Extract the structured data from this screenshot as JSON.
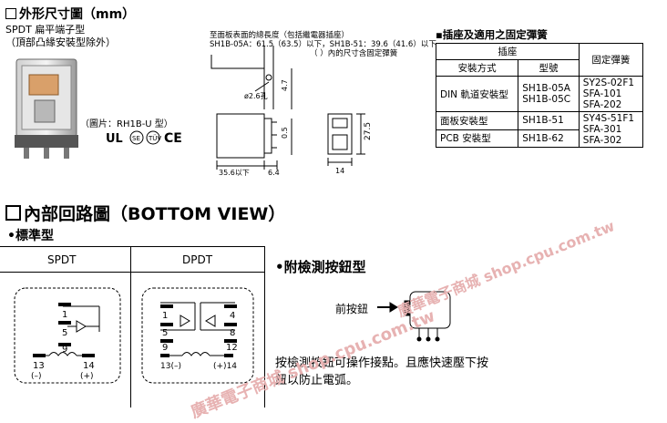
{
  "outline": {
    "title": "外形尺寸圖（mm）",
    "subtitle_1": "SPDT 扁平端子型",
    "subtitle_2": "（頂部凸緣安裝型除外）",
    "picture_caption": "（圖片：RH1B-U 型）",
    "note_line_1": "至面板表面的總長度（包括繼電器插座）",
    "note_line_2": "SH1B-05A：61.5（63.5）以下，SH1B-51：39.6（41.6）以下",
    "note_line_3": "（ ）內的尺寸含固定彈簧",
    "dims": {
      "hole": "ø2.6孔",
      "d47": "4.7",
      "d05": "0.5",
      "d275": "27.5",
      "d356": "35.6以下",
      "d64": "6.4",
      "d14": "14"
    }
  },
  "sockets": {
    "title": "插座及適用之固定彈簧",
    "header_socket": "插座",
    "header_mounting": "安裝方式",
    "header_model": "型號",
    "header_spring": "固定彈簧",
    "rows": [
      {
        "mounting": "DIN 軌道安裝型",
        "models": [
          "SH1B-05A",
          "SH1B-05C"
        ],
        "springs": [
          "SY2S-02F1",
          "SFA-101",
          "SFA-202"
        ]
      },
      {
        "mounting": "面板安裝型",
        "models": [
          "SH1B-51"
        ],
        "springs": [
          "SY4S-51F1",
          "SFA-301"
        ]
      },
      {
        "mounting": "PCB 安裝型",
        "models": [
          "SH1B-62"
        ],
        "springs": [
          "SFA-302"
        ]
      }
    ]
  },
  "circuit": {
    "title": "內部回路圖（BOTTOM VIEW）",
    "standard_label": "•標準型",
    "spdt_label": "SPDT",
    "dpdt_label": "DPDT",
    "spdt_pins": {
      "p1": "1",
      "p5": "5",
      "p9": "9",
      "p13": "13",
      "p14": "14",
      "minus": "(–)",
      "plus": "(+)"
    },
    "dpdt_pins": {
      "p1": "1",
      "p4": "4",
      "p5": "5",
      "p8": "8",
      "p9": "9",
      "p12": "12",
      "p13": "13(–)",
      "p14": "(+)14"
    }
  },
  "test_button": {
    "title": "•附檢測按鈕型",
    "front_button": "前按鈕",
    "desc_line_1": "按檢測按鈕可操作接點。且應快速壓下按",
    "desc_line_2": "鈕以防止電弧。"
  },
  "watermark": {
    "text": "廣華電子商城 shop.cpu.com.tw"
  },
  "colors": {
    "watermark": "#e7b2b2",
    "line": "#000000"
  }
}
